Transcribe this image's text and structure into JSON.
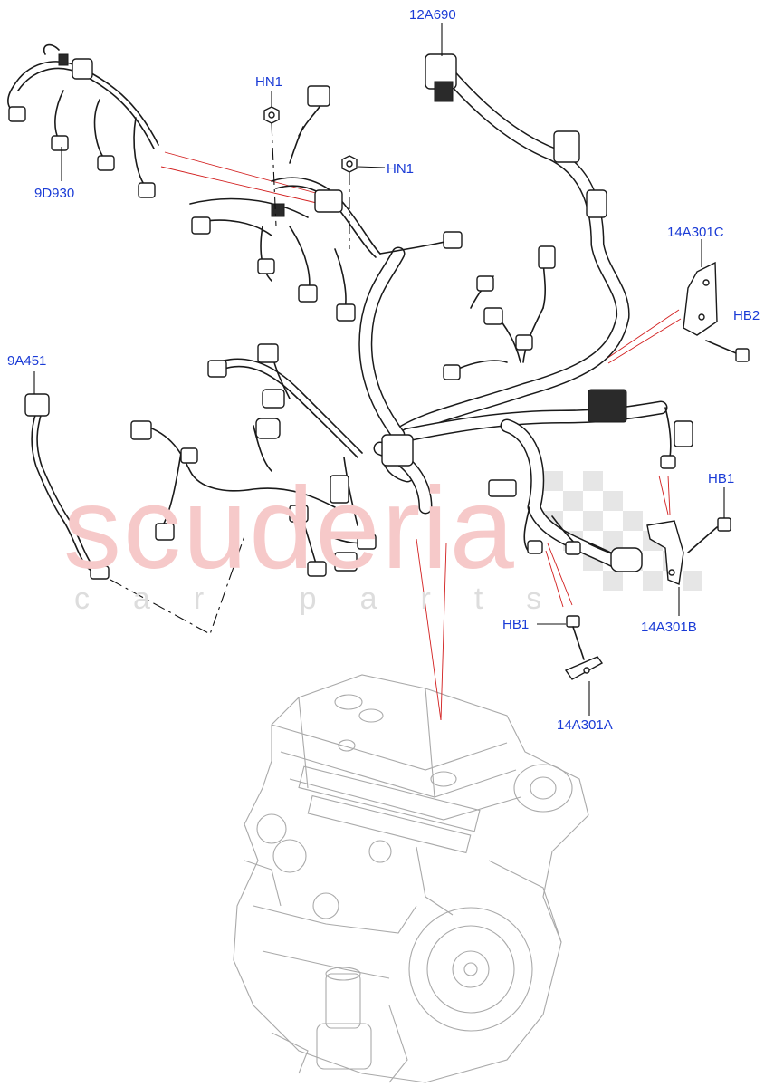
{
  "labels": {
    "p12A690": "12A690",
    "hn1_top": "HN1",
    "hn1_mid": "HN1",
    "p9D930": "9D930",
    "p14A301C": "14A301C",
    "hb2": "HB2",
    "p9A451": "9A451",
    "hb1_right": "HB1",
    "hb1_left": "HB1",
    "p14A301B": "14A301B",
    "p14A301A": "14A301A"
  },
  "watermark": {
    "brand": "scuderia",
    "tagline": "car parts"
  },
  "colors": {
    "label": "#1a3bd6",
    "line_art": "#1a1a1a",
    "engine_art": "#a9a9a9",
    "callout_red": "#d21e1e",
    "watermark_red": "#f6c9c9",
    "watermark_grey": "#dddddd"
  }
}
